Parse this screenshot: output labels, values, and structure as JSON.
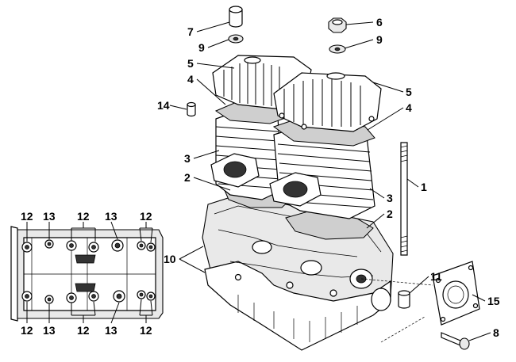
{
  "diagram": {
    "callouts": {
      "c1": "1",
      "c2a": "2",
      "c2b": "2",
      "c3a": "3",
      "c3b": "3",
      "c4a": "4",
      "c4b": "4",
      "c5a": "5",
      "c5b": "5",
      "c6": "6",
      "c7": "7",
      "c8": "8",
      "c9a": "9",
      "c9b": "9",
      "c10": "10",
      "c11": "11",
      "c14": "14",
      "c15": "15",
      "top12a": "12",
      "top13a": "13",
      "top12b": "12",
      "top13b": "13",
      "top12c": "12",
      "bot12a": "12",
      "bot13a": "13",
      "bot12b": "12",
      "bot13b": "13",
      "bot12c": "12"
    }
  }
}
